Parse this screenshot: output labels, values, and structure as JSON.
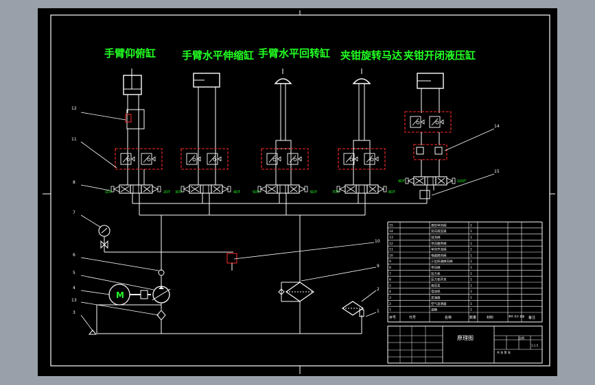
{
  "colors": {
    "sheet_bg": "#000000",
    "window_bg": "#9aa0aa",
    "line": "#ffffff",
    "title_text": "#22ff22",
    "valve_box": "#ff2a2a",
    "callout": "#ffffff"
  },
  "titles": {
    "arm_pitch": "手臂仰俯缸",
    "arm_horizontal_extend": "手臂水平伸缩缸",
    "arm_horizontal_rotate": "手臂水平回转缸",
    "gripper_rotate_motor": "夹钳旋转马达",
    "gripper_open_close": "夹钳开闭液压缸"
  },
  "callouts": {
    "c1": "1",
    "c2": "2",
    "c3": "3",
    "c4": "4",
    "c5": "5",
    "c6": "6",
    "c7": "7",
    "c8": "8",
    "c9": "9",
    "c10": "10",
    "c11": "11",
    "c12": "12",
    "c13": "13",
    "c14": "14",
    "c15": "15"
  },
  "valve_labels": {
    "v1_left": "1DT",
    "v1_right": "2DT",
    "v2_left": "3DT",
    "v2_right": "4DT",
    "v3_left": "5DT",
    "v3_right": "6DT",
    "v4_left": "7DT",
    "v4_right": "8DT",
    "v5_left": "9DT",
    "v5_right": "10DT"
  },
  "parts_list": {
    "rows": [
      {
        "no": "15",
        "name": "液控单向阀",
        "qty": "1"
      },
      {
        "no": "14",
        "name": "双向液压锁",
        "qty": "1"
      },
      {
        "no": "13",
        "name": "溢流阀",
        "qty": "1"
      },
      {
        "no": "12",
        "name": "单向顺序阀",
        "qty": "1"
      },
      {
        "no": "11",
        "name": "单向节流阀",
        "qty": "1"
      },
      {
        "no": "10",
        "name": "电磁换向阀",
        "qty": "1"
      },
      {
        "no": "9",
        "name": "三位四通换向阀",
        "qty": "1"
      },
      {
        "no": "8",
        "name": "单向阀",
        "qty": "1"
      },
      {
        "no": "7",
        "name": "压力表",
        "qty": "1"
      },
      {
        "no": "6",
        "name": "压力表开关",
        "qty": "1"
      },
      {
        "no": "5",
        "name": "液压泵",
        "qty": "1"
      },
      {
        "no": "4",
        "name": "电动机",
        "qty": "1"
      },
      {
        "no": "3",
        "name": "滤油器",
        "qty": "1"
      },
      {
        "no": "2",
        "name": "空气滤清器",
        "qty": "1"
      },
      {
        "no": "1",
        "name": "油箱",
        "qty": "1"
      }
    ],
    "header": {
      "no": "序号",
      "code": "代号",
      "name": "名称",
      "qty": "数量",
      "material": "材料",
      "weight": "单件 总计 重量",
      "remark": "备注"
    }
  },
  "title_block": {
    "drawing_name": "原理图",
    "scale_label": "比例",
    "scale": "1:1.5",
    "sheet_label": "共 张 第 张"
  }
}
